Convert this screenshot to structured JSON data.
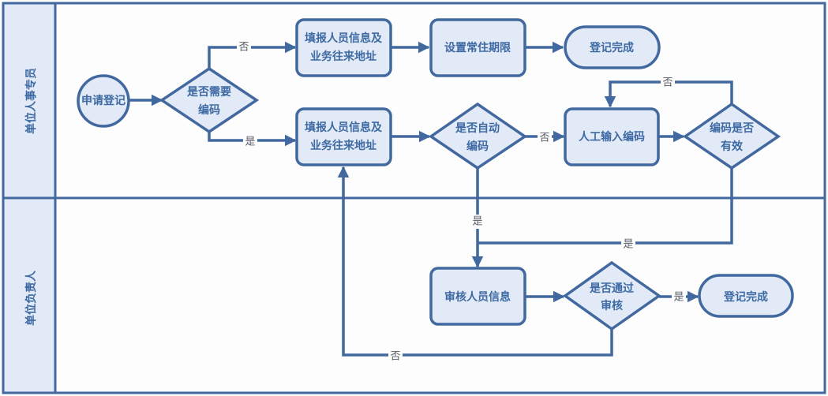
{
  "colors": {
    "line": "#41689f",
    "node_fill": "#e3eaf7",
    "node_text": "#3d6aa3",
    "lane_header_fill": "#e3eaf7",
    "background": "#fdfdfd",
    "edge_label": "#555b66"
  },
  "lanes": [
    {
      "id": "lane1",
      "title": "单位人事专员"
    },
    {
      "id": "lane2",
      "title": "单位负责人"
    }
  ],
  "nodes": {
    "start": {
      "type": "circle",
      "lines": [
        "申请登记"
      ]
    },
    "need_code": {
      "type": "diamond",
      "lines": [
        "是否需要",
        "编码"
      ]
    },
    "fill_info_top": {
      "type": "process",
      "lines": [
        "填报人员信息及",
        "业务往来地址"
      ]
    },
    "set_period": {
      "type": "process",
      "lines": [
        "设置常住期限"
      ]
    },
    "done_top": {
      "type": "terminal",
      "lines": [
        "登记完成"
      ]
    },
    "fill_info_mid": {
      "type": "process",
      "lines": [
        "填报人员信息及",
        "业务往来地址"
      ]
    },
    "auto_code": {
      "type": "diamond",
      "lines": [
        "是否自动",
        "编码"
      ]
    },
    "manual_code": {
      "type": "process",
      "lines": [
        "人工输入编码"
      ]
    },
    "code_valid": {
      "type": "diamond",
      "lines": [
        "编码是否",
        "有效"
      ]
    },
    "review": {
      "type": "process",
      "lines": [
        "审核人员信息"
      ]
    },
    "review_pass": {
      "type": "diamond",
      "lines": [
        "是否通过",
        "审核"
      ]
    },
    "done_bottom": {
      "type": "terminal",
      "lines": [
        "登记完成"
      ]
    }
  },
  "edges": [
    {
      "from": "start",
      "to": "need_code",
      "label": ""
    },
    {
      "from": "need_code",
      "to": "fill_info_top",
      "label": "否"
    },
    {
      "from": "need_code",
      "to": "fill_info_mid",
      "label": "是"
    },
    {
      "from": "fill_info_top",
      "to": "set_period",
      "label": ""
    },
    {
      "from": "set_period",
      "to": "done_top",
      "label": ""
    },
    {
      "from": "fill_info_mid",
      "to": "auto_code",
      "label": ""
    },
    {
      "from": "auto_code",
      "to": "manual_code",
      "label": "否"
    },
    {
      "from": "manual_code",
      "to": "code_valid",
      "label": ""
    },
    {
      "from": "code_valid",
      "to": "manual_code",
      "label": "否"
    },
    {
      "from": "auto_code",
      "to": "review",
      "label": "是"
    },
    {
      "from": "code_valid",
      "to": "review",
      "label": "是"
    },
    {
      "from": "review",
      "to": "review_pass",
      "label": ""
    },
    {
      "from": "review_pass",
      "to": "done_bottom",
      "label": "是"
    },
    {
      "from": "review_pass",
      "to": "fill_info_mid",
      "label": "否"
    }
  ]
}
